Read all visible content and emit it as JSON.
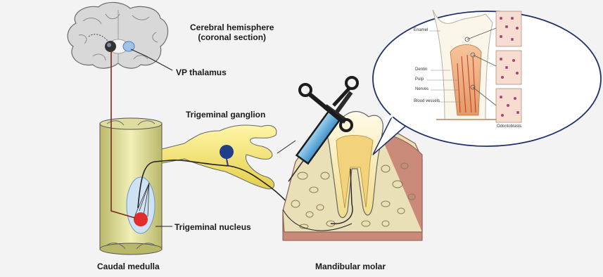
{
  "labels": {
    "cerebral_line1": "Cerebral hemisphere",
    "cerebral_line2": "(coronal section)",
    "vp_thalamus": "VP thalamus",
    "trigeminal_ganglion": "Trigeminal ganglion",
    "trigeminal_nucleus": "Trigeminal nucleus",
    "caudal_medulla": "Caudal medulla",
    "mandibular_molar": "Mandibular molar"
  },
  "zoom_labels": {
    "enamel": "Enamel",
    "dentin": "Dentin",
    "pulp": "Pulp",
    "nerves": "Nerves",
    "blood_vessels": "Blood vessels",
    "odontoblasts": "Odontoblasts"
  },
  "colors": {
    "nucleus": "#e02c2c",
    "ganglion_cell": "#1f3f8a",
    "bubble_outline": "#1f2f6a",
    "syringe_barrel": "#3f8fc8"
  }
}
